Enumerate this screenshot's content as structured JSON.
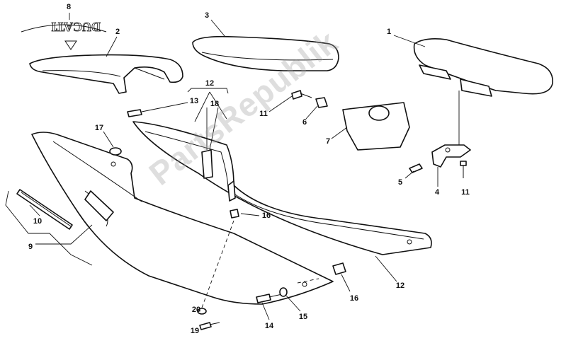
{
  "diagram": {
    "logo_text": "DUCATI",
    "watermark": "PartsRepublik",
    "callouts": [
      {
        "id": "c8",
        "text": "8"
      },
      {
        "id": "c2",
        "text": "2"
      },
      {
        "id": "c3",
        "text": "3"
      },
      {
        "id": "c1",
        "text": "1"
      },
      {
        "id": "c12a",
        "text": "12"
      },
      {
        "id": "c13",
        "text": "13"
      },
      {
        "id": "c18",
        "text": "18"
      },
      {
        "id": "c11a",
        "text": "11"
      },
      {
        "id": "c6",
        "text": "6"
      },
      {
        "id": "c7",
        "text": "7"
      },
      {
        "id": "c17",
        "text": "17"
      },
      {
        "id": "c5",
        "text": "5"
      },
      {
        "id": "c4",
        "text": "4"
      },
      {
        "id": "c11b",
        "text": "11"
      },
      {
        "id": "c16a",
        "text": "16"
      },
      {
        "id": "c10",
        "text": "10"
      },
      {
        "id": "c9",
        "text": "9"
      },
      {
        "id": "c12b",
        "text": "12"
      },
      {
        "id": "c16b",
        "text": "16"
      },
      {
        "id": "c20",
        "text": "20"
      },
      {
        "id": "c14",
        "text": "14"
      },
      {
        "id": "c15",
        "text": "15"
      },
      {
        "id": "c19",
        "text": "19"
      }
    ]
  }
}
